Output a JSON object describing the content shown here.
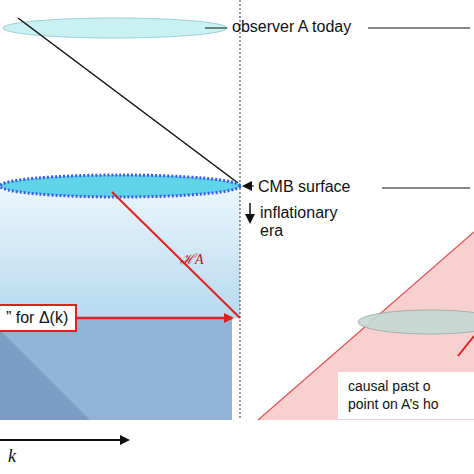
{
  "diagram": {
    "nodes": [
      {
        "text": [
          "” for Δ(k)"
        ]
      },
      {
        "text": [
          "causal past o point on A’s ho"
        ]
      }
    ],
    "labels": [
      "observer A today",
      "CMB surface",
      "inflationary era",
      "ℋA",
      "k"
    ]
  }
}
